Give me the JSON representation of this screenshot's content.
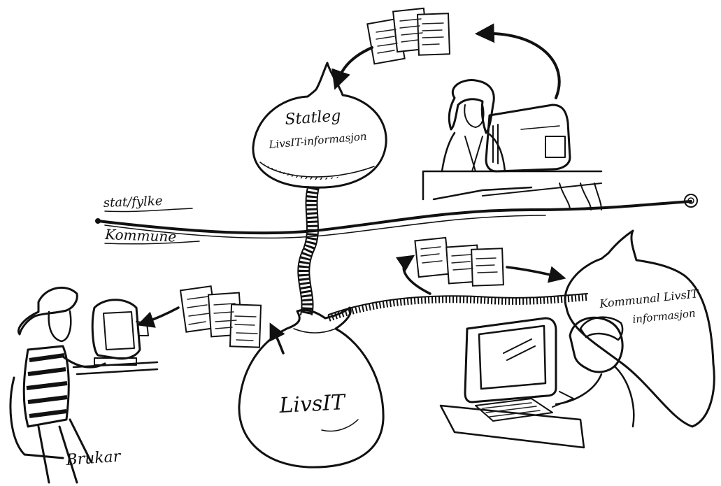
{
  "labels": {
    "statleg": "Statleg",
    "statleg_sub": "LivsIT-informasjon",
    "stat_fylke": "stat/fylke",
    "kommune": "Kommune",
    "kommunal": "Kommunal LivsIT",
    "kommunal_sub": "informasjon",
    "livsit": "LivsIT",
    "brukar": "Brukar"
  },
  "colors": {
    "ink": "#111111",
    "background": "#ffffff"
  }
}
